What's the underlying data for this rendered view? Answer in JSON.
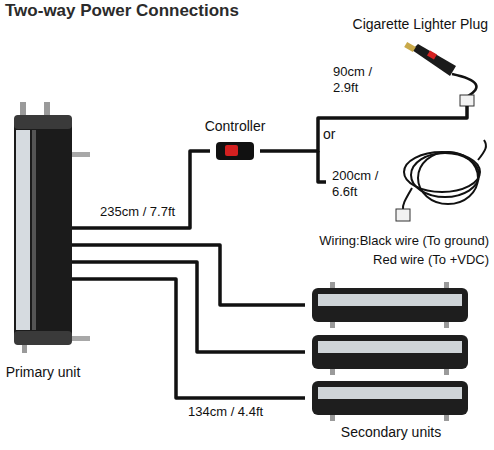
{
  "diagram": {
    "title": "Two-way Power Connections",
    "nodes": [
      {
        "text": [
          "Primary unit"
        ]
      },
      {
        "text": [
          "Controller"
        ]
      },
      {
        "text": [
          "Cigarette Lighter Plug"
        ]
      },
      {
        "text": [
          "Secondary units"
        ]
      }
    ],
    "edges": [
      {
        "from": 0,
        "to": 1,
        "arrow": "none",
        "label": "235cm / 7.7ft"
      },
      {
        "from": 1,
        "to": 2,
        "arrow": "none",
        "label": "90cm / 2.9ft"
      },
      {
        "from": 0,
        "to": 3,
        "arrow": "none"
      },
      {
        "from": 0,
        "to": 3,
        "arrow": "none"
      },
      {
        "from": 0,
        "to": 3,
        "arrow": "none",
        "label": "134cm / 4.4ft"
      }
    ],
    "labels": [
      "or",
      "200cm / 6.6ft",
      "Wiring:Black wire (To ground)",
      "Red wire (To +VDC)"
    ]
  }
}
